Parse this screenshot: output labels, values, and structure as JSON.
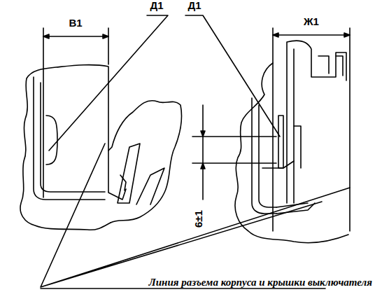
{
  "diagram": {
    "labels": [
      "В1",
      "Д1",
      "Д1",
      "Ж1",
      "6±1",
      "Линия разъема корпуса и крышки выключателя"
    ]
  }
}
